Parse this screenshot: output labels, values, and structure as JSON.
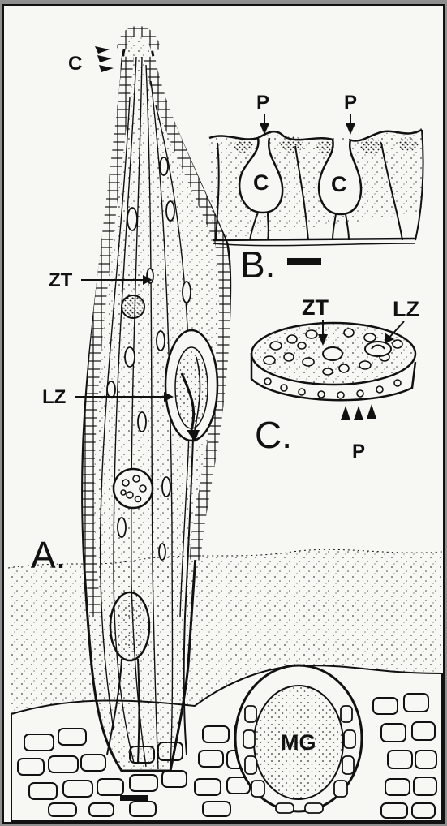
{
  "labels": {
    "c_tip": "C",
    "zt_a": "ZT",
    "lz_a": "LZ",
    "panel_a": "A.",
    "mg": "MG",
    "p1": "P",
    "p2": "P",
    "c1": "C",
    "c2": "C",
    "panel_b": "B.",
    "zt_c": "ZT",
    "lz_c": "LZ",
    "panel_c": "C.",
    "p_c": "P"
  },
  "colors": {
    "frame": "#8f8f8f",
    "paper": "#f7f7f4",
    "ink": "#111111",
    "stipple": "#4a4a4a"
  }
}
